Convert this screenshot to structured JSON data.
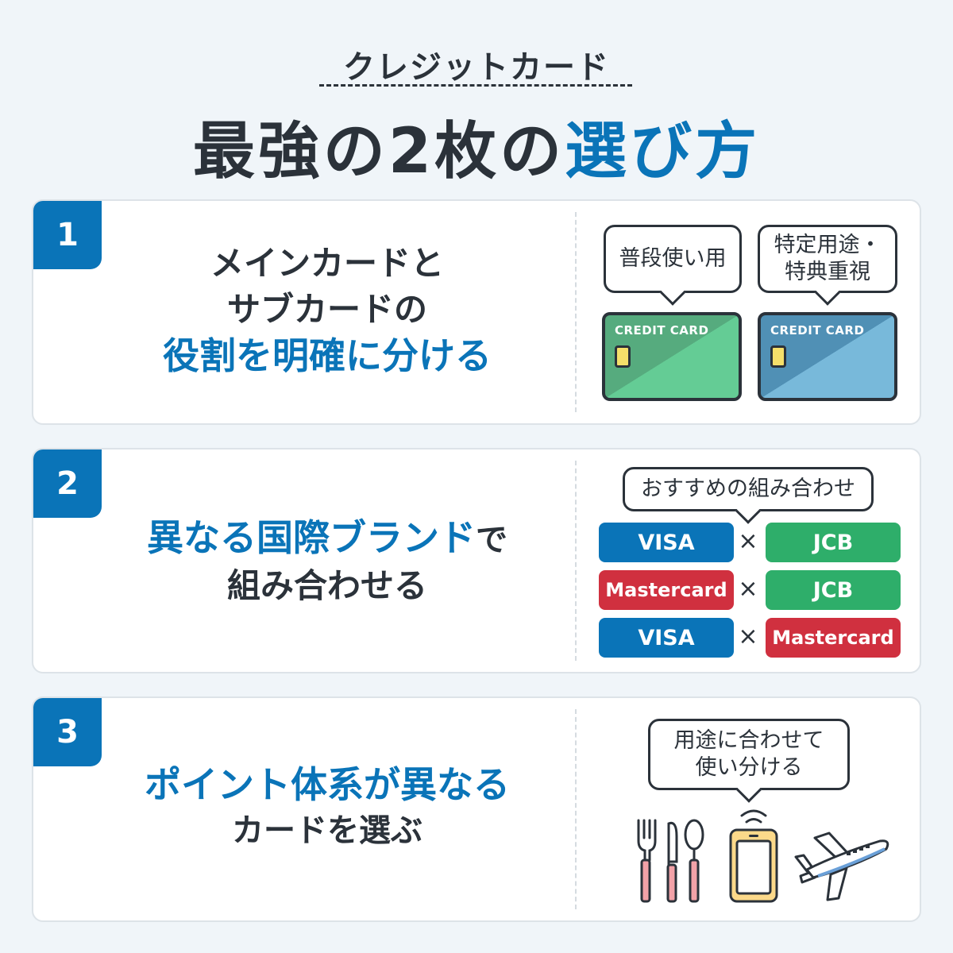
{
  "header": {
    "subtitle": "クレジットカード",
    "title_main": "最強の2枚の",
    "title_accent": "選び方"
  },
  "colors": {
    "accent_blue": "#0a74b8",
    "dark_text": "#2b323a",
    "background": "#f0f5f9",
    "visa_blue": "#0a74b8",
    "jcb_green": "#2eae6a",
    "mastercard_red": "#d0303f",
    "green_card": "#62cc94",
    "blue_card": "#78b8d8"
  },
  "sections": [
    {
      "number": "1",
      "lines": [
        {
          "text": "メインカードと",
          "color": "dark"
        },
        {
          "text": "サブカードの",
          "color": "dark"
        },
        {
          "text": "役割を明確に分ける",
          "color": "blue"
        }
      ],
      "illustration": {
        "cards": [
          {
            "bubble": "普段使い用",
            "card_label": "CREDIT CARD",
            "color": "green"
          },
          {
            "bubble": "特定用途・\n特典重視",
            "bubble_lines": [
              "特定用途・",
              "特典重視"
            ],
            "card_label": "CREDIT CARD",
            "color": "blue"
          }
        ]
      }
    },
    {
      "number": "2",
      "lines": [
        {
          "text_blue": "異なる国際ブランド",
          "text_dark": "で"
        },
        {
          "text": "組み合わせる",
          "color": "dark"
        }
      ],
      "illustration": {
        "bubble": "おすすめの組み合わせ",
        "separator": "×",
        "combos": [
          {
            "left": "VISA",
            "left_color": "blue",
            "right": "JCB",
            "right_color": "green"
          },
          {
            "left": "Mastercard",
            "left_color": "red",
            "right": "JCB",
            "right_color": "green"
          },
          {
            "left": "VISA",
            "left_color": "blue",
            "right": "Mastercard",
            "right_color": "red"
          }
        ]
      }
    },
    {
      "number": "3",
      "lines": [
        {
          "text": "ポイント体系が異なる",
          "color": "blue"
        },
        {
          "text": "カードを選ぶ",
          "color": "dark"
        }
      ],
      "illustration": {
        "bubble_lines": [
          "用途に合わせて",
          "使い分ける"
        ],
        "icons": [
          "cutlery-icon",
          "smartphone-contactless-icon",
          "airplane-icon"
        ]
      }
    }
  ]
}
